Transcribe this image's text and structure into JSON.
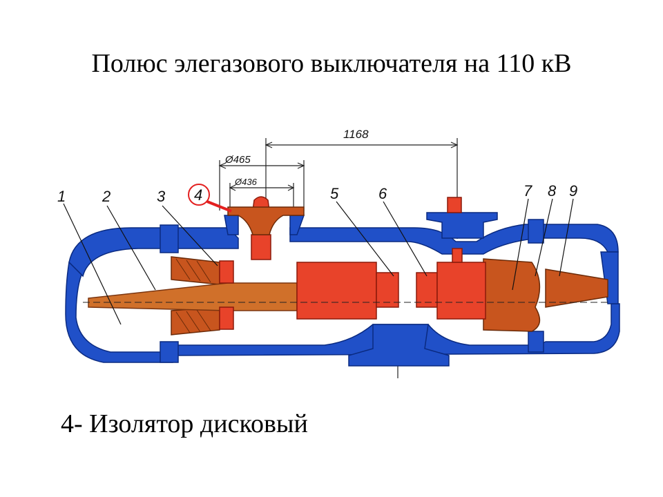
{
  "title": "Полюс элегазового выключателя на 110 кВ",
  "caption": "4- Изолятор дисковый",
  "dimensions": {
    "overall": "1168",
    "outer_diameter": "Ø465",
    "inner_diameter": "Ø436"
  },
  "part_labels": [
    "1",
    "2",
    "3",
    "4",
    "5",
    "6",
    "7",
    "8",
    "9"
  ],
  "highlighted_part": "4",
  "colors": {
    "tank": "#2050c8",
    "contact": "#e8432a",
    "insulator": "#c8551e",
    "highlight": "#e32020"
  }
}
